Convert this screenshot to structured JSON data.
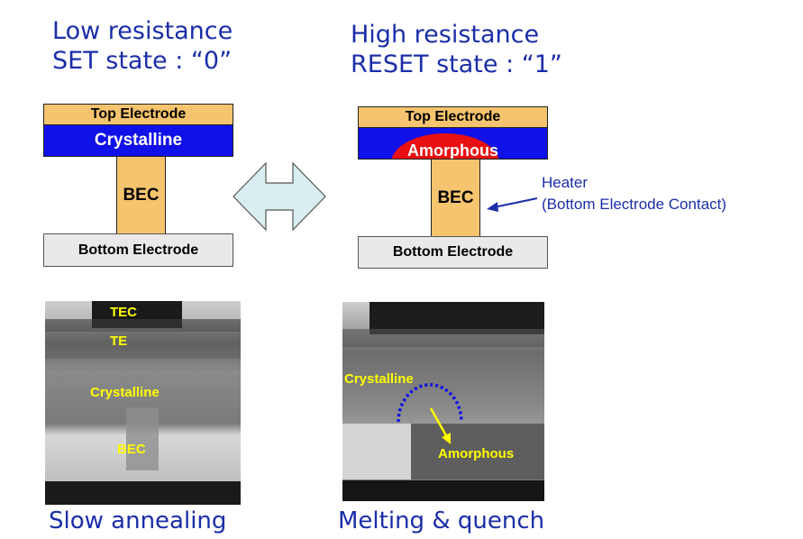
{
  "left": {
    "heading_line1": "Low resistance",
    "heading_line2": "SET state : “0”",
    "top_electrode": "Top Electrode",
    "crystalline": "Crystalline",
    "bec": "BEC",
    "bottom_electrode": "Bottom Electrode",
    "micro_labels": {
      "tec": "TEC",
      "te": "TE",
      "crystalline": "Crystalline",
      "bec": "BEC"
    },
    "caption": "Slow annealing"
  },
  "right": {
    "heading_line1": "High resistance",
    "heading_line2": "RESET state : “1”",
    "top_electrode": "Top Electrode",
    "amorphous": "Amorphous",
    "bec": "BEC",
    "bottom_electrode": "Bottom Electrode",
    "heater_line1": "Heater",
    "heater_line2": "(Bottom Electrode Contact)",
    "micro_labels": {
      "crystalline": "Crystalline",
      "amorphous": "Amorphous"
    },
    "caption": "Melting & quench"
  },
  "colors": {
    "heading_text": "#1b2ea8",
    "electrode": "#f6c46e",
    "crystalline": "#1010e8",
    "amorphous": "#e81010",
    "bottom_electrode": "#e9e9e9",
    "arrow_fill": "#d8eef0",
    "micro_label": "#ffff00",
    "dotted_boundary": "#1010e8"
  },
  "icons": {
    "double_arrow": "left-right-arrow-icon",
    "pointer_arrow": "arrow-left-icon"
  }
}
